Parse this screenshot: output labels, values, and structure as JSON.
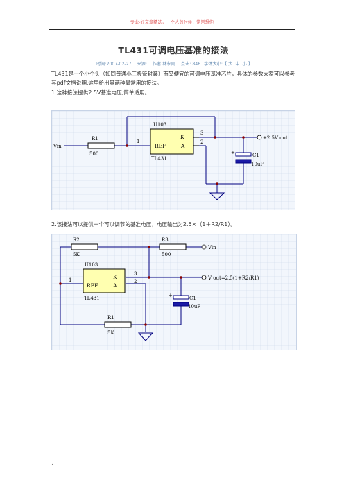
{
  "header": {
    "note": "专业-好文章精选，一个人的时候，常常想你"
  },
  "article": {
    "title": "TL431可调电压基准的接法",
    "meta": {
      "time": "时间:2007-02-27",
      "source": "来源:",
      "author": "作者:林永刚",
      "hits": "点击: 846",
      "font_size_label": "字体大小:【",
      "font_big": "大",
      "font_mid": "中",
      "font_small": "小",
      "font_close": "】"
    },
    "intro_parts": [
      "TL431",
      "是一个小个头（如同普通小三极管封装）而又便宜的可调电压基准芯片，具体的参数大家可以参考其",
      "pdf",
      "文档说明,这里给出其两种最常用的接法。"
    ],
    "section1": {
      "num": "1.",
      "text": "这种接法提供",
      "value": "2.5V",
      "rest": "基准电压,简单适用。"
    },
    "section2": {
      "num": "2.",
      "text": "该接法可以提供一个可以调节的基准电压，电压输出为",
      "formula": "2.5×（1＋R2/R1）",
      "end": "。"
    }
  },
  "circuit1": {
    "ic_name": "U103",
    "ic_model": "TL431",
    "pin_k": "K",
    "pin_ref": "REF",
    "pin_a": "A",
    "pin1": "1",
    "pin2": "2",
    "pin3": "3",
    "r1_name": "R1",
    "r1_value": "500",
    "vin_label": "Vin",
    "out_label": "+2.5V out",
    "cap_name": "C1",
    "cap_value": "10uF",
    "cap_plus": "+"
  },
  "circuit2": {
    "ic_name": "U103",
    "ic_model": "TL431",
    "pin_k": "K",
    "pin_ref": "REF",
    "pin_a": "A",
    "pin1": "1",
    "pin2": "2",
    "pin3": "3",
    "r2_name": "R2",
    "r2_value": "5K",
    "r3_name": "R3",
    "r3_value": "500",
    "r1_name": "R1",
    "r1_value": "5K",
    "vin_label": "Vin",
    "out_label": "V out=2.5(1+R2/R1)",
    "cap_name": "C1",
    "cap_value": "10uF",
    "cap_plus": "+"
  },
  "footer": {
    "page_number": "1"
  }
}
